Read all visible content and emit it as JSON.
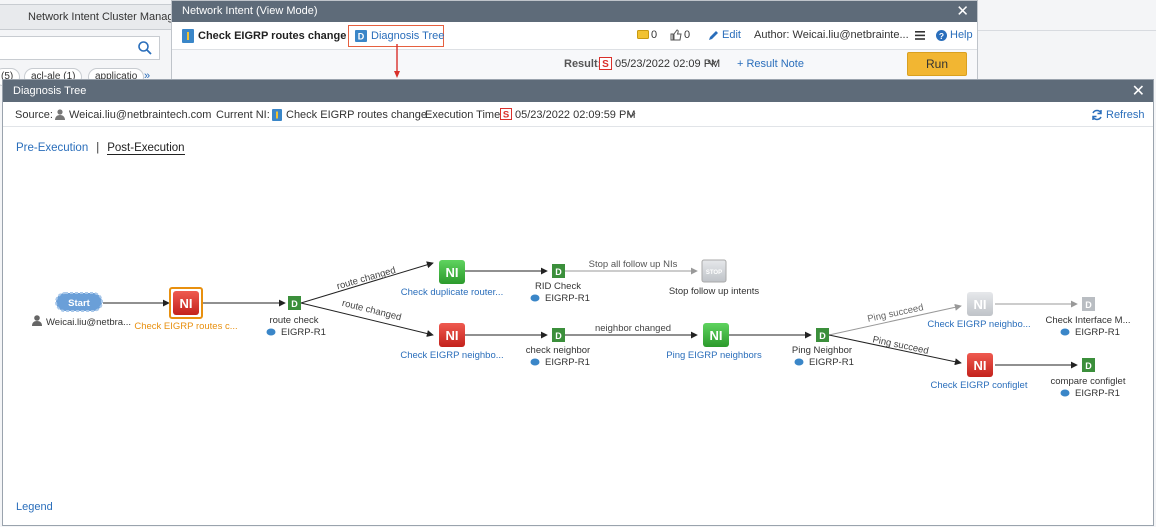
{
  "background": {
    "tab_label": "Network Intent Cluster Manag",
    "chips": [
      "(5)",
      "acl-ale (1)",
      "applicatio"
    ],
    "chips_more": "»"
  },
  "ni_window": {
    "title": "Network Intent (View Mode)",
    "ni_name": "Check EIGRP routes change",
    "diagnosis_tree_label": "Diagnosis Tree",
    "comments_count": "0",
    "likes_count": "0",
    "edit_label": "Edit",
    "author": "Author: Weicai.liu@netbrainte...",
    "help_label": "Help",
    "result_label": "Result:",
    "result_time": "05/23/2022 02:09 PM",
    "result_note_label": "+ Result Note",
    "run_label": "Run"
  },
  "dt_window": {
    "title": "Diagnosis Tree",
    "source_label": "Source:",
    "source_user": "Weicai.liu@netbraintech.com",
    "current_ni_label": "Current NI:",
    "current_ni": "Check EIGRP routes change",
    "execution_time_label": "Execution Time:",
    "execution_time": "05/23/2022 02:09:59 PM",
    "refresh_label": "Refresh",
    "tab_pre": "Pre-Execution",
    "tab_sep": "|",
    "tab_post": "Post-Execution",
    "legend_label": "Legend"
  },
  "tree": {
    "start_label": "Start",
    "start_user": "Weicai.liu@netbra...",
    "ni_root": "Check EIGRP routes c...",
    "route_check": "route check",
    "device": "EIGRP-R1",
    "edge_route_changed_1": "route changed",
    "edge_route_changed_2": "route changed",
    "ni_check_duplicate": "Check duplicate router...",
    "ni_check_neighbor_1": "Check EIGRP neighbo...",
    "rid_check": "RID Check",
    "edge_stop_all": "Stop all follow up NIs",
    "stop_label": "Stop follow up intents",
    "stop_badge": "STOP",
    "check_neighbor": "check neighbor",
    "edge_neighbor_changed": "neighbor changed",
    "ni_ping_neighbors": "Ping EIGRP neighbors",
    "ping_neighbor": "Ping Neighbor",
    "edge_ping_succeed_1": "Ping succeed",
    "edge_ping_succeed_2": "Ping succeed",
    "ni_check_neighbor_2": "Check EIGRP neighbo...",
    "ni_check_configlet": "Check EIGRP configlet",
    "check_interface": "Check Interface M...",
    "compare_configlet": "compare configlet",
    "ni_badge": "NI",
    "d_badge": "D",
    "colors": {
      "ni_red": "#d9302b",
      "ni_green": "#3db33d",
      "ni_gray": "#c6cacf",
      "d_green": "#3b8f3b",
      "link_blue": "#2a6ebb",
      "orange": "#e8900f"
    }
  }
}
